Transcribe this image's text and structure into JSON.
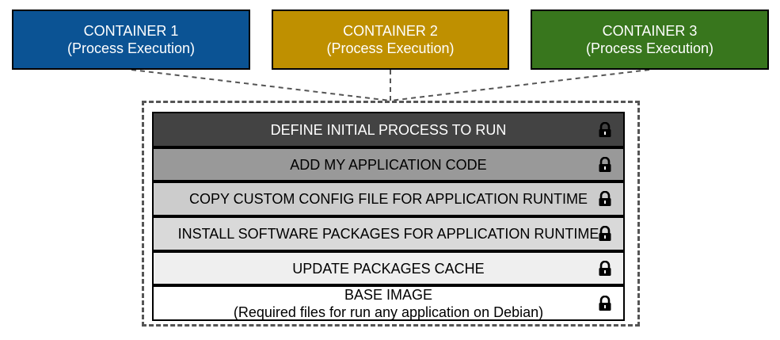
{
  "containers": [
    {
      "title": "CONTAINER 1",
      "subtitle": "(Process Execution)",
      "color": "#0b5394"
    },
    {
      "title": "CONTAINER 2",
      "subtitle": "(Process Execution)",
      "color": "#bf9000"
    },
    {
      "title": "CONTAINER 3",
      "subtitle": "(Process Execution)",
      "color": "#38761d"
    }
  ],
  "layers": [
    {
      "label": "DEFINE INITIAL PROCESS TO RUN",
      "color": "#434343",
      "text_color": "#ffffff",
      "icon": "lock-icon"
    },
    {
      "label": "ADD MY APPLICATION CODE",
      "color": "#999999",
      "text_color": "#000000",
      "icon": "lock-icon"
    },
    {
      "label": "COPY CUSTOM CONFIG FILE FOR APPLICATION RUNTIME",
      "color": "#cccccc",
      "text_color": "#000000",
      "icon": "lock-icon"
    },
    {
      "label": "INSTALL SOFTWARE PACKAGES FOR APPLICATION RUNTIME",
      "color": "#d9d9d9",
      "text_color": "#000000",
      "icon": "lock-icon"
    },
    {
      "label": "UPDATE PACKAGES CACHE",
      "color": "#efefef",
      "text_color": "#000000",
      "icon": "lock-icon"
    },
    {
      "label": "BASE IMAGE",
      "sublabel": "(Required files for run any application on Debian)",
      "color": "#ffffff",
      "text_color": "#000000",
      "icon": "lock-icon"
    }
  ]
}
